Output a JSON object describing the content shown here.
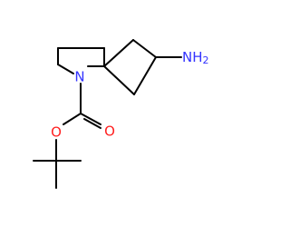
{
  "molecule": {
    "atoms": {
      "amine_n": {
        "symbol": "N",
        "hydrogens": "H",
        "hydrogen_count": "2",
        "color": "#3333ff"
      },
      "ring_n": {
        "symbol": "N",
        "color": "#3333ff"
      },
      "carbonyl_o": {
        "symbol": "O",
        "color": "#ff2020"
      },
      "ester_o": {
        "symbol": "O",
        "color": "#ff2020"
      }
    },
    "bond_color": "#000000"
  }
}
